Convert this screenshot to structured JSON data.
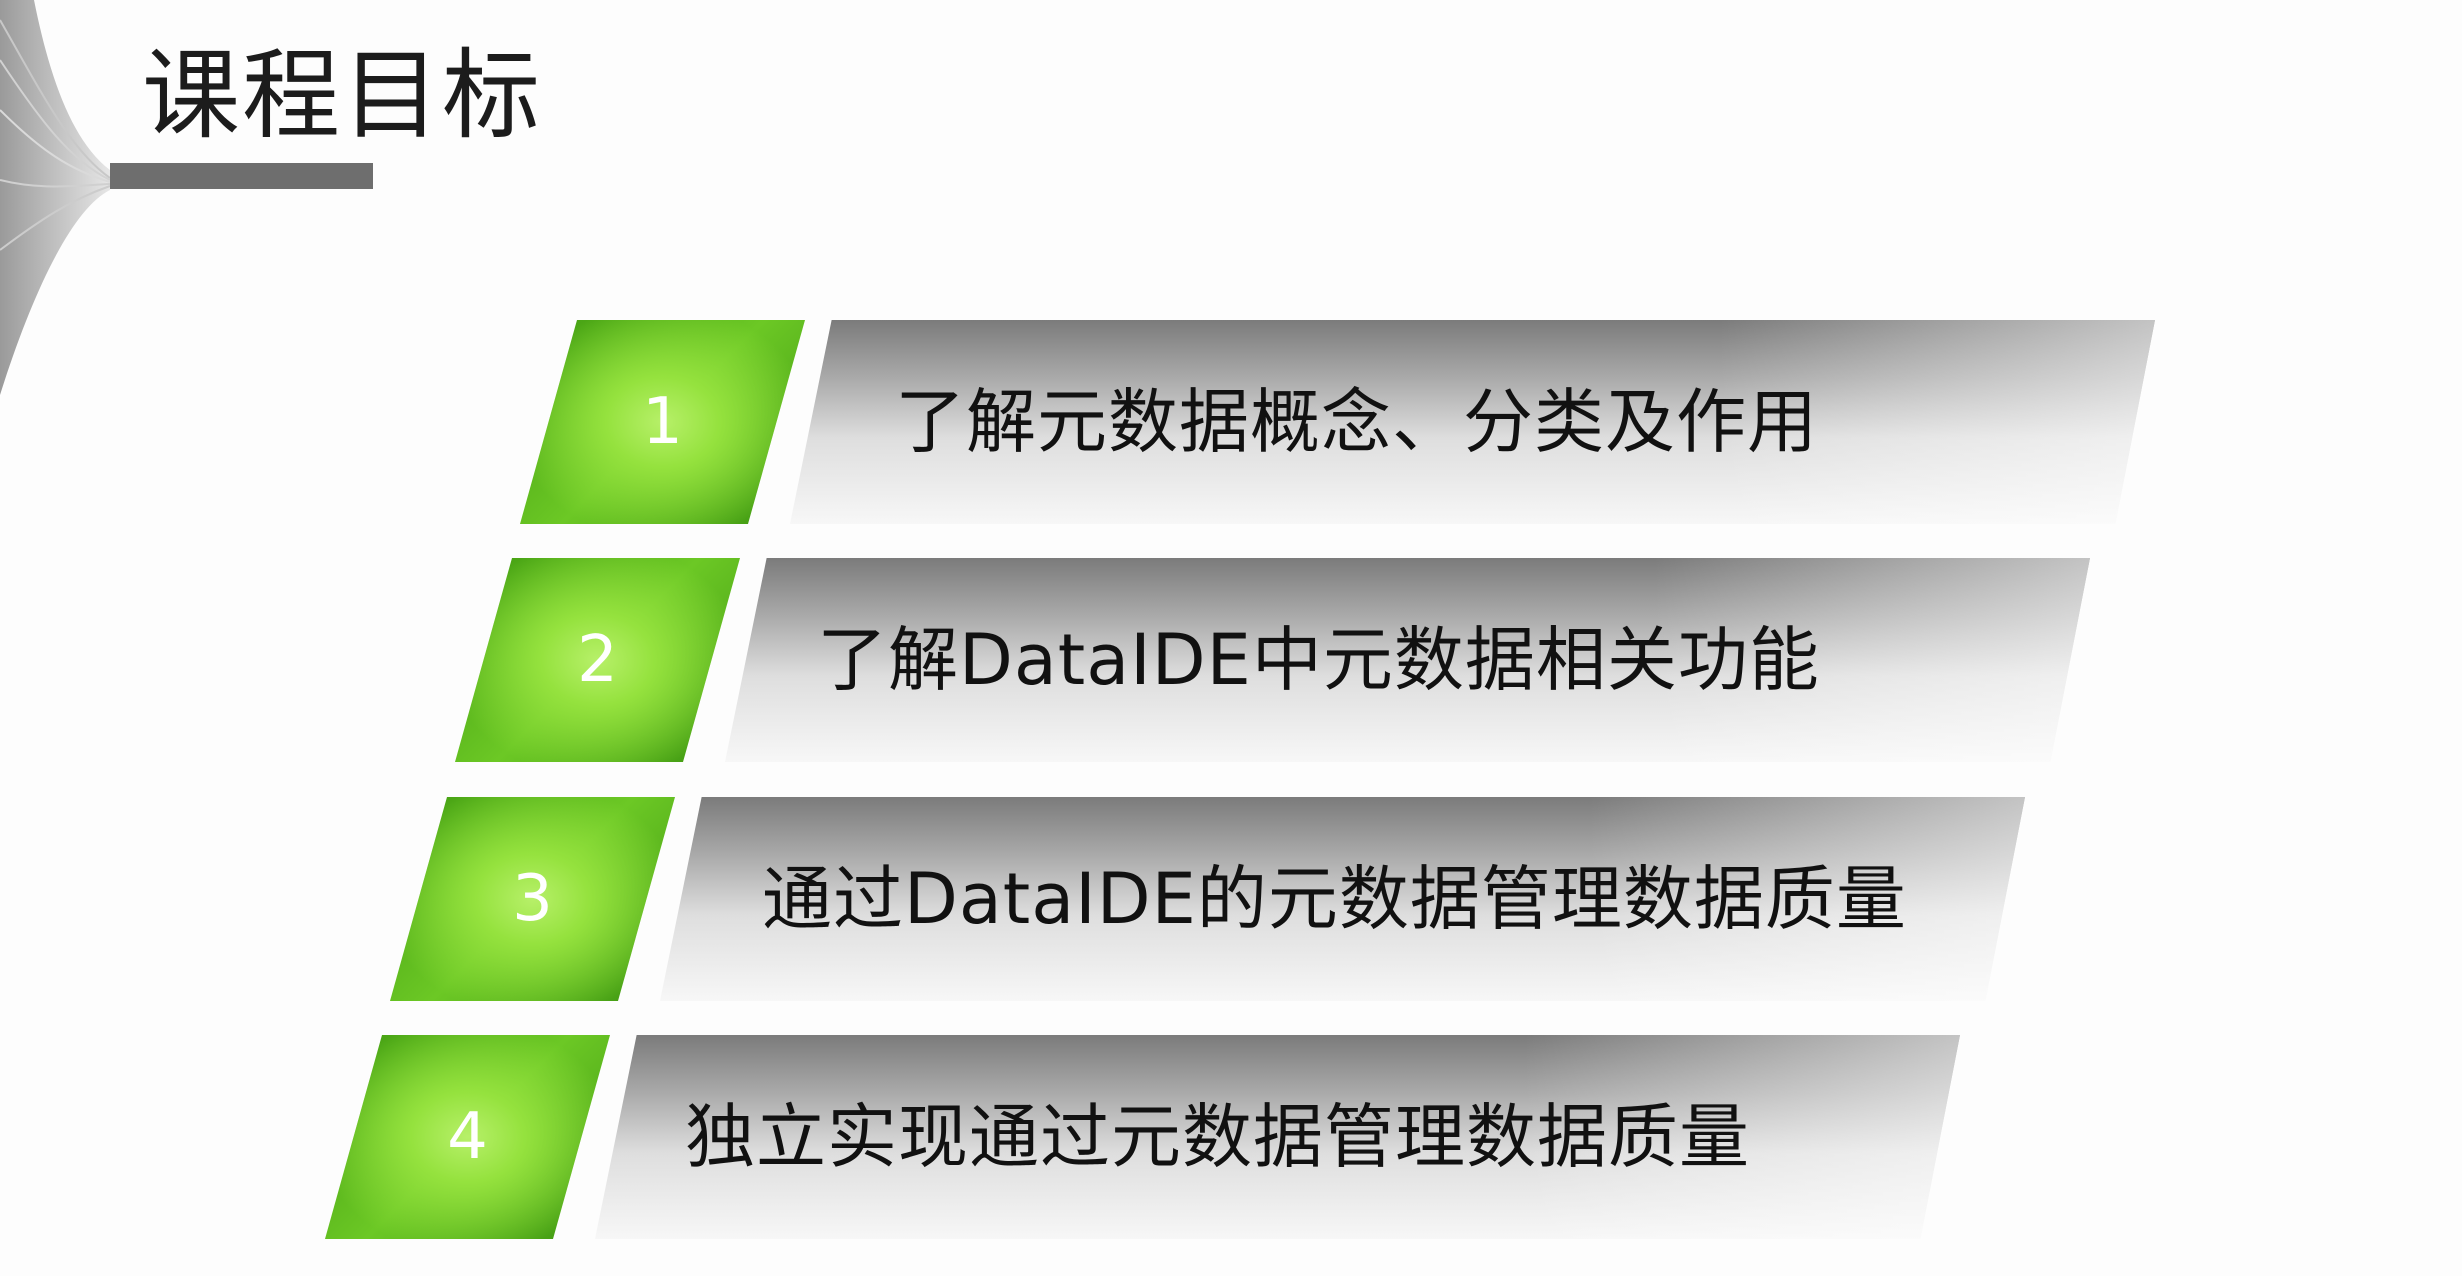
{
  "title": "课程目标",
  "items": [
    {
      "number": "1",
      "text": "了解元数据概念、分类及作用"
    },
    {
      "number": "2",
      "text": "了解DataIDE中元数据相关功能"
    },
    {
      "number": "3",
      "text": "通过DataIDE的元数据管理数据质量"
    },
    {
      "number": "4",
      "text": "独立实现通过元数据管理数据质量"
    }
  ],
  "colors": {
    "accent_green": "#6cc825",
    "bar_gray": "#a9a9a9",
    "title_bar": "#6e6e6e"
  }
}
